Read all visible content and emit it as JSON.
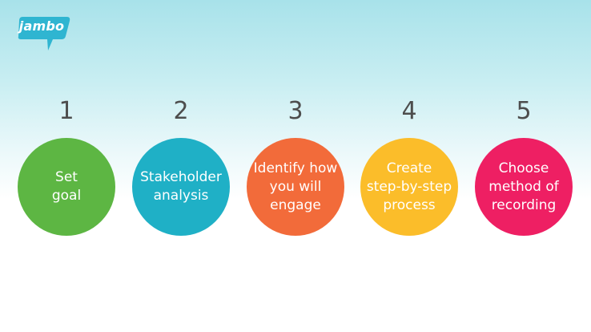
{
  "logo": {
    "text": "jambo",
    "color": "#2fb5d1"
  },
  "steps": [
    {
      "number": "1",
      "label": "Set\ngoal",
      "color": "#5db643"
    },
    {
      "number": "2",
      "label": "Stakeholder\nanalysis",
      "color": "#1fb0c6"
    },
    {
      "number": "3",
      "label": "Identify how\nyou will\nengage",
      "color": "#f26b3a"
    },
    {
      "number": "4",
      "label": "Create\nstep-by-step\nprocess",
      "color": "#fbbd2a"
    },
    {
      "number": "5",
      "label": "Choose\nmethod of\nrecording",
      "color": "#ee1f63"
    }
  ]
}
